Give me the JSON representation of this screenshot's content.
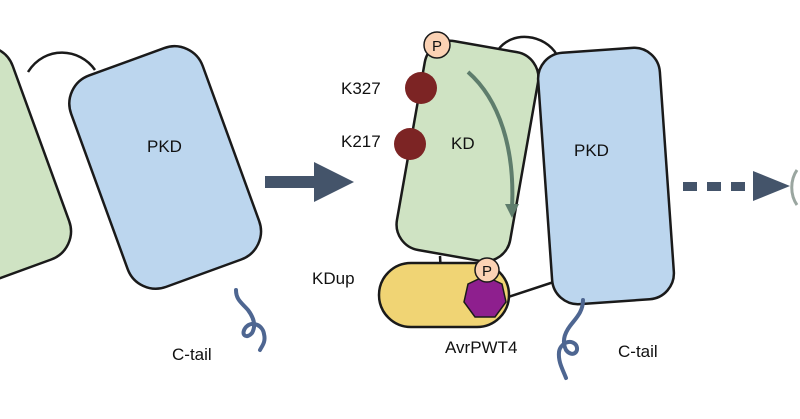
{
  "colors": {
    "kd_fill": "#cfe3c3",
    "pkd_fill": "#bcd6ee",
    "kdup_fill": "#f0d474",
    "effector_fill": "#8e1f8e",
    "phospho_fill": "#fbd2b4",
    "lysine_fill": "#7c2424",
    "arrow": "#44546a",
    "tail": "#4e6691",
    "outline": "#1a1a1a",
    "curve_arrow": "#5e7d6c"
  },
  "left_state": {
    "pkd_label": "PKD",
    "tail_label": "C-tail"
  },
  "transition_arrow": {
    "style": "solid"
  },
  "right_state": {
    "kd_label": "KD",
    "pkd_label": "PKD",
    "kdup_label": "KDup",
    "effector_label": "AvrPWT4",
    "tail_label": "C-tail",
    "phospho_top_label": "P",
    "phospho_effector_label": "P",
    "lysine_upper_label": "K327",
    "lysine_lower_label": "K217"
  },
  "next_arrow": {
    "style": "dashed"
  }
}
